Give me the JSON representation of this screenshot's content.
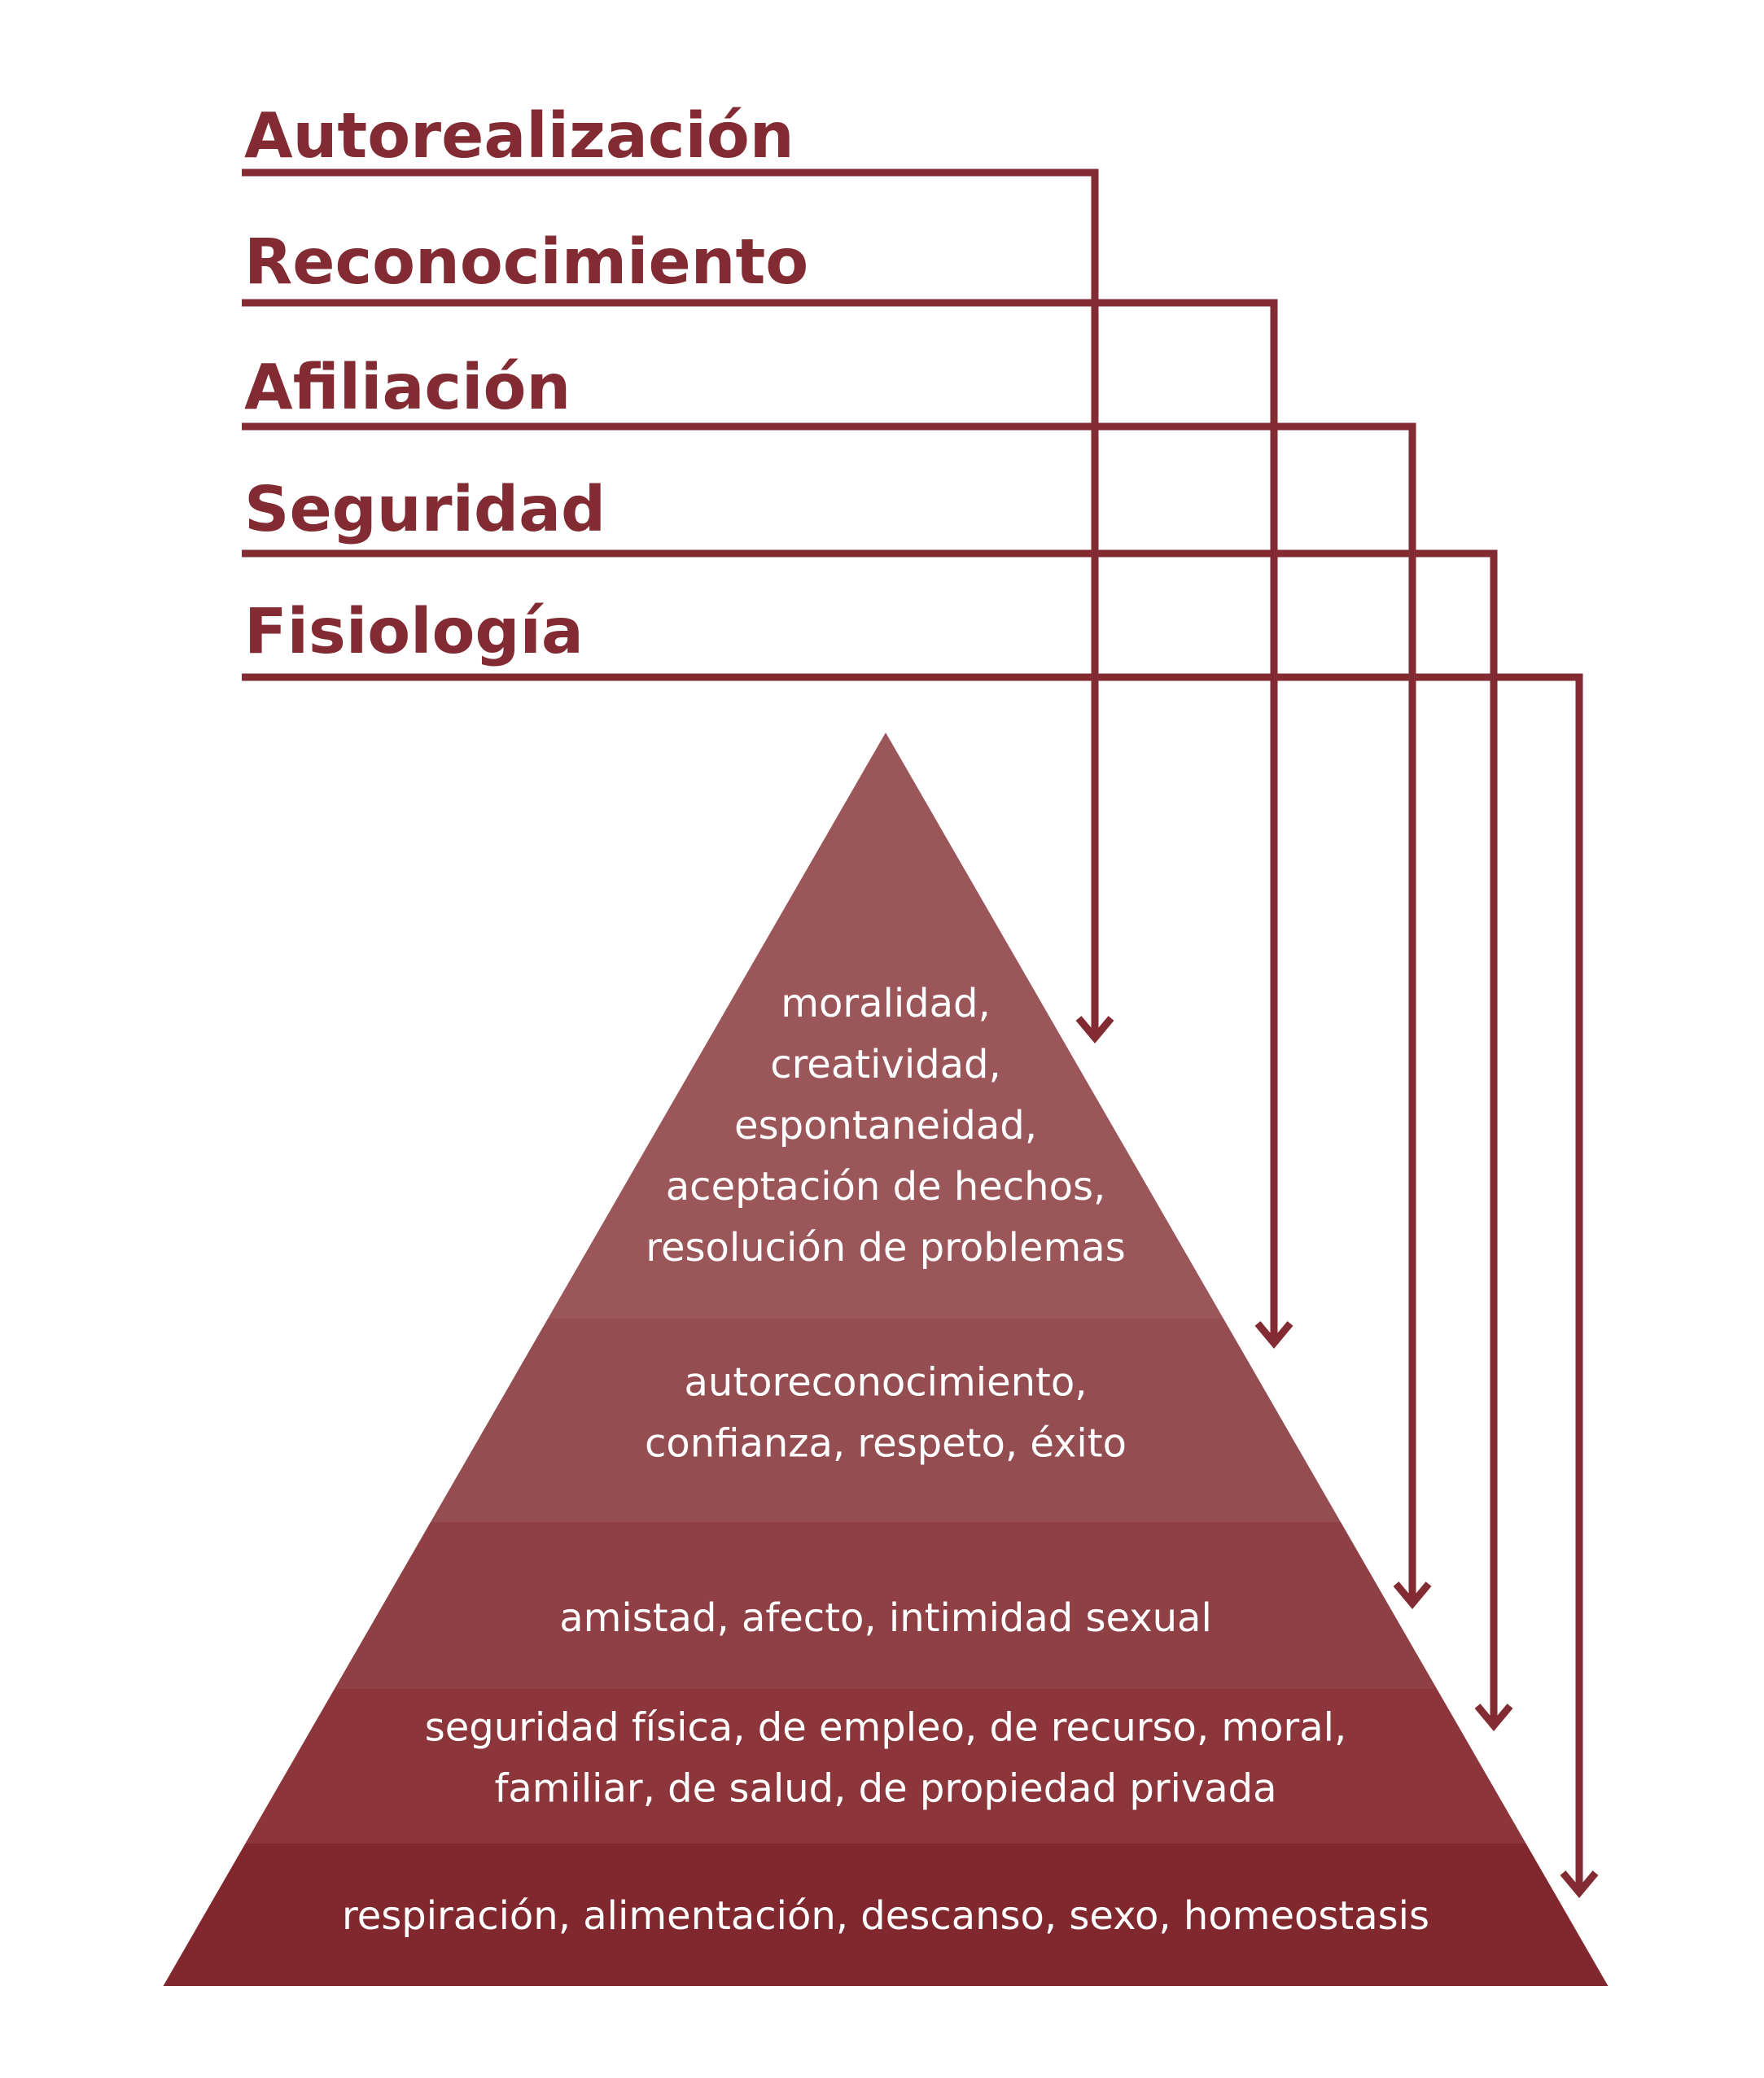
{
  "colors": {
    "accent": "#822b33",
    "background": "#ffffff",
    "tier_text": "#ffffff",
    "tiers": [
      "#9b565a",
      "#944d51",
      "#8f4045",
      "#8c363c",
      "#81282f"
    ]
  },
  "levels": [
    {
      "label": "Autorealización",
      "lines": [
        "moralidad,",
        "creatividad,",
        "espontaneidad,",
        "aceptación de hechos,",
        "resolución de problemas"
      ]
    },
    {
      "label": "Reconocimiento",
      "lines": [
        "autoreconocimiento,",
        "confianza, respeto, éxito"
      ]
    },
    {
      "label": "Afiliación",
      "lines": [
        "amistad, afecto, intimidad sexual"
      ]
    },
    {
      "label": "Seguridad",
      "lines": [
        "seguridad física, de empleo, de recurso, moral,",
        "familiar, de salud, de propiedad privada"
      ]
    },
    {
      "label": "Fisiología",
      "lines": [
        "respiración, alimentación, descanso, sexo, homeostasis"
      ]
    }
  ]
}
